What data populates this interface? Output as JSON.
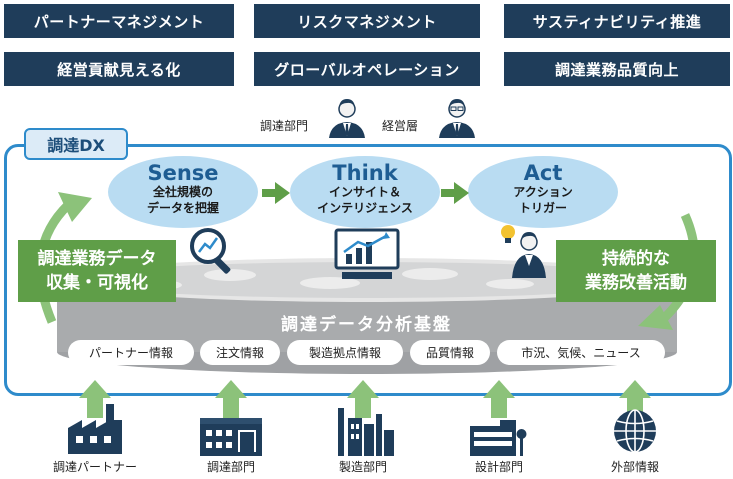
{
  "top_boxes": {
    "row1": [
      "パートナーマネジメント",
      "リスクマネジメント",
      "サスティナビリティ推進"
    ],
    "row2": [
      "経営貢献見える化",
      "グローバルオペレーション",
      "調達業務品質向上"
    ]
  },
  "people": {
    "procurement": "調達部門",
    "management": "経営層"
  },
  "dx_title": "調達DX",
  "stages": [
    {
      "title": "Sense",
      "line1": "全社規模の",
      "line2": "データを把握"
    },
    {
      "title": "Think",
      "line1": "インサイト＆",
      "line2": "インテリジェンス"
    },
    {
      "title": "Act",
      "line1": "アクション",
      "line2": "トリガー"
    }
  ],
  "left_box": {
    "line1": "調達業務データ",
    "line2": "収集・可視化"
  },
  "right_box": {
    "line1": "持続的な",
    "line2": "業務改善活動"
  },
  "platform_title": "調達データ分析基盤",
  "data_pills": [
    "パートナー情報",
    "注文情報",
    "製造拠点情報",
    "品質情報",
    "市況、気候、ニュース"
  ],
  "sources": [
    "調達パートナー",
    "調達部門",
    "製造部門",
    "設計部門",
    "外部情報"
  ],
  "colors": {
    "navy": "#1f3d5a",
    "frame_blue": "#2e8bcb",
    "ellipse": "#b9dcf2",
    "green": "#5f9e48",
    "arrow_green": "#8cc27a",
    "platform_gray": "#a9abad"
  }
}
